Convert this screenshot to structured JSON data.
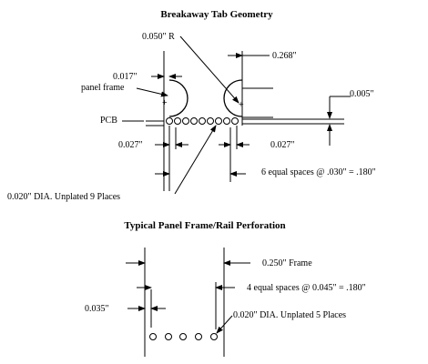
{
  "titles": {
    "top": "Breakaway Tab Geometry",
    "bottom": "Typical Panel Frame/Rail Perforation"
  },
  "top_labels": {
    "radius": "0.050\" R",
    "right_width": "0.268\"",
    "left_offset": "0.017\"",
    "panel_frame": "panel frame",
    "thickness": "0.005\"",
    "pcb": "PCB",
    "left_spacing": "0.027\"",
    "right_spacing": "0.027\"",
    "equal_spaces": "6 equal spaces @ .030\" = .180\"",
    "holes_note": "0.020\" DIA. Unplated 9 Places"
  },
  "bottom_labels": {
    "frame": "0.250\" Frame",
    "equal_spaces": "4 equal spaces @ 0.045\" = .180\"",
    "offset": "0.035\"",
    "holes_note": "0.020\" DIA. Unplated 5 Places"
  }
}
